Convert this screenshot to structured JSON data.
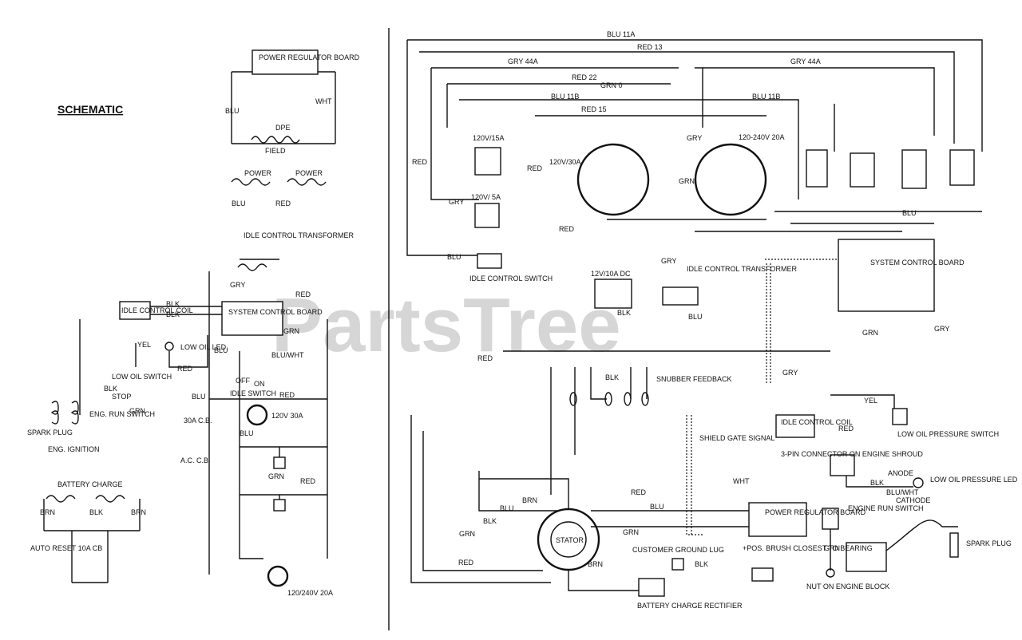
{
  "schematic": {
    "title": "SCHEMATIC",
    "watermark": "PartsTree",
    "components": {
      "power_regulator_board": "POWER REGULATOR BOARD",
      "field": "FIELD",
      "dpe": "DPE",
      "power_a": "POWER",
      "power_b": "POWER",
      "idle_control_transformer": "IDLE CONTROL TRANSFORMER",
      "system_control_board": "SYSTEM CONTROL BOARD",
      "idle_control_coil": "IDLE CONTROL COIL",
      "low_oil_led": "LOW OIL LED",
      "low_oil_switch": "LOW OIL SWITCH",
      "eng_run_switch": "ENG. RUN SWITCH",
      "stop": "STOP",
      "spark_plug": "SPARK PLUG",
      "eng_ignition": "ENG. IGNITION",
      "idle_switch": "IDLE SWITCH",
      "off": "OFF",
      "on": "ON",
      "receptacle_120v": "120V 30A",
      "cb_30a": "30A C.B.",
      "acb": "A.C. C.B.",
      "receptacle_240v": "120/240V 20A",
      "battery_charge": "BATTERY CHARGE",
      "auto_reset": "AUTO RESET 10A CB"
    },
    "wire_labels": [
      "BLU",
      "BLU",
      "RED",
      "WHT",
      "GRY",
      "RED",
      "BLK",
      "BLK",
      "BLU",
      "RED",
      "GRN",
      "BLU/WHT",
      "YEL",
      "BLU",
      "RED",
      "BLK",
      "BLU",
      "RED",
      "GRN",
      "GRN",
      "BRN",
      "BLK",
      "BRN"
    ]
  },
  "wiring": {
    "top_labels": {
      "blu_11a": "BLU 11A",
      "red_13": "RED 13",
      "gry_44a_left": "GRY 44A",
      "gry_44a_right": "GRY 44A",
      "red_22": "RED 22",
      "grn_0": "GRN 0",
      "blu_11b": "BLU 11B",
      "blu_11b_right": "BLU 11B",
      "red_15": "RED 15"
    },
    "components": {
      "rec_120v_15a": "120V/15A",
      "rec_120v_30a": "120V/30A",
      "rec_120v_5a": "120V/ 5A",
      "rec_120_240v_20a": "120-240V 20A",
      "idle_control_switch": "IDLE CONTROL SWITCH",
      "rec_12v_10a_dc": "12V/10A DC",
      "idle_control_transformer": "IDLE CONTROL TRANSFORMER",
      "system_control_board": "SYSTEM CONTROL BOARD",
      "snubber_feedback": "SNUBBER FEEDBACK",
      "shield_gate_signal": "SHIELD GATE SIGNAL",
      "idle_control_coil": "IDLE CONTROL COIL",
      "three_pin_connector": "3-PIN CONNECTOR ON ENGINE SHROUD",
      "low_oil_pressure_switch": "LOW OIL PRESSURE SWITCH",
      "anode": "ANODE",
      "cathode": "CATHODE",
      "low_oil_pressure_led": "LOW OIL PRESSURE LED",
      "engine_run_switch": "ENGINE RUN SWITCH",
      "spark_plug": "SPARK PLUG",
      "stator": "STATOR",
      "power_regulator_board": "POWER REGULATOR BOARD",
      "customer_ground_lug": "CUSTOMER GROUND LUG",
      "brush_note": "+POS. BRUSH CLOSEST TO BEARING",
      "battery_charge_rectifier": "BATTERY CHARGE RECTIFIER",
      "nut_on_engine_block": "NUT ON ENGINE BLOCK"
    },
    "wire_labels": [
      "GRY",
      "RED",
      "RED",
      "GRY",
      "GRN",
      "BLK",
      "BLK",
      "GRY",
      "BLU",
      "RED",
      "BRN",
      "BRN",
      "GRN",
      "RED",
      "BLU",
      "BLK",
      "WHT",
      "YEL",
      "GRY",
      "BLU/WHT",
      "BLU",
      "RED",
      "RED",
      "GRN",
      "BLU",
      "GRN",
      "RED",
      "GRN",
      "BLK",
      "BLK",
      "GRY",
      "BLU"
    ]
  }
}
